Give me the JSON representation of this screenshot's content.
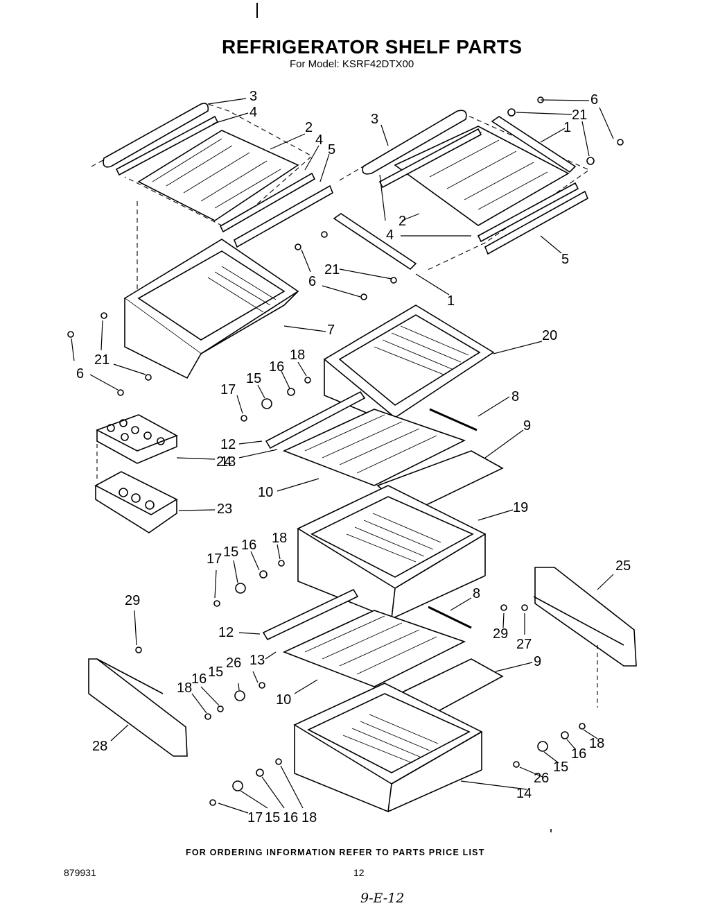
{
  "title": "REFRIGERATOR SHELF PARTS",
  "subtitle": "For Model: KSRF42DTX00",
  "footer": "FOR ORDERING INFORMATION REFER TO PARTS PRICE LIST",
  "doc_number": "879931",
  "page_number": "12",
  "handwritten_note": "9-E-12",
  "callouts": [
    "3",
    "4",
    "2",
    "4",
    "5",
    "3",
    "1",
    "6",
    "21",
    "21",
    "2",
    "4",
    "5",
    "21",
    "6",
    "1",
    "7",
    "6",
    "21",
    "6",
    "20",
    "18",
    "16",
    "15",
    "17",
    "8",
    "9",
    "12",
    "13",
    "24",
    "10",
    "23",
    "19",
    "18",
    "16",
    "15",
    "17",
    "8",
    "25",
    "29",
    "27",
    "29",
    "12",
    "13",
    "10",
    "9",
    "26",
    "15",
    "16",
    "18",
    "28",
    "18",
    "26",
    "15",
    "16",
    "14",
    "17",
    "15",
    "16",
    "18"
  ]
}
